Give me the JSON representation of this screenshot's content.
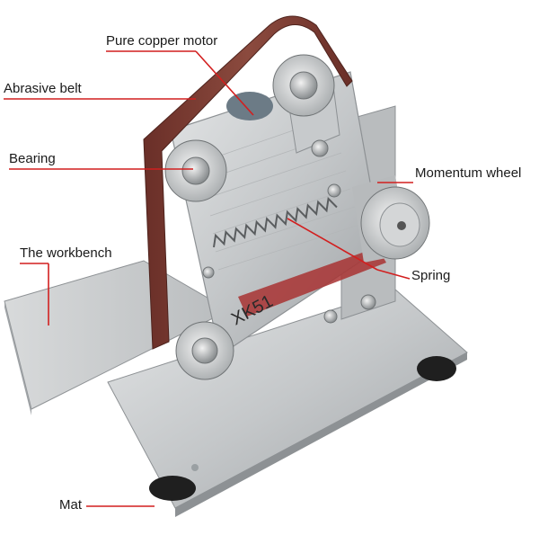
{
  "labels": {
    "motor": "Pure copper motor",
    "belt": "Abrasive belt",
    "bearing": "Bearing",
    "workbench": "The workbench",
    "wheel": "Momentum wheel",
    "spring": "Spring",
    "mat": "Mat"
  },
  "machine_marking": "XK51",
  "colors": {
    "leader_line": "#d21f1f",
    "label_text": "#1a1a1a",
    "belt": "#7a3a30",
    "steel": "#c9ccce",
    "steel_dark": "#8d9194"
  }
}
